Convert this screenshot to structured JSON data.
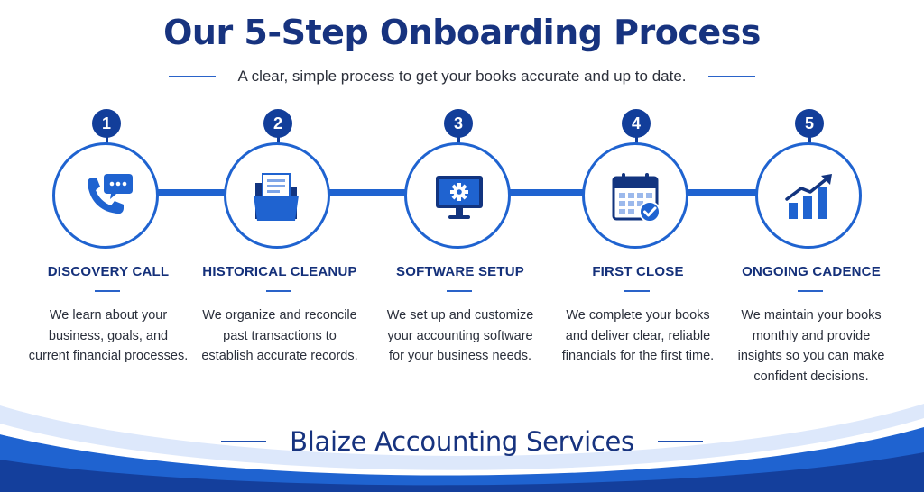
{
  "header": {
    "title": "Our 5-Step Onboarding Process",
    "subtitle": "A clear, simple process to get your books accurate and up to date."
  },
  "steps": [
    {
      "number": "1",
      "title": "DISCOVERY CALL",
      "description": "We learn about your business, goals, and current financial processes.",
      "icon": "phone-chat-icon"
    },
    {
      "number": "2",
      "title": "HISTORICAL CLEANUP",
      "description": "We organize and reconcile past transactions to establish accurate records.",
      "icon": "folder-documents-icon"
    },
    {
      "number": "3",
      "title": "SOFTWARE SETUP",
      "description": "We set up and customize your accounting software for your business needs.",
      "icon": "monitor-gear-icon"
    },
    {
      "number": "4",
      "title": "FIRST CLOSE",
      "description": "We complete your books and deliver clear, reliable financials for the first time.",
      "icon": "calendar-check-icon"
    },
    {
      "number": "5",
      "title": "ONGOING CADENCE",
      "description": "We maintain your books monthly and provide insights so you can make confident decisions.",
      "icon": "growth-chart-icon"
    }
  ],
  "footer": {
    "brand": "Blaize Accounting Services"
  },
  "colors": {
    "primary": "#1f63d0",
    "navy": "#17337f",
    "badge": "#123e9a"
  }
}
